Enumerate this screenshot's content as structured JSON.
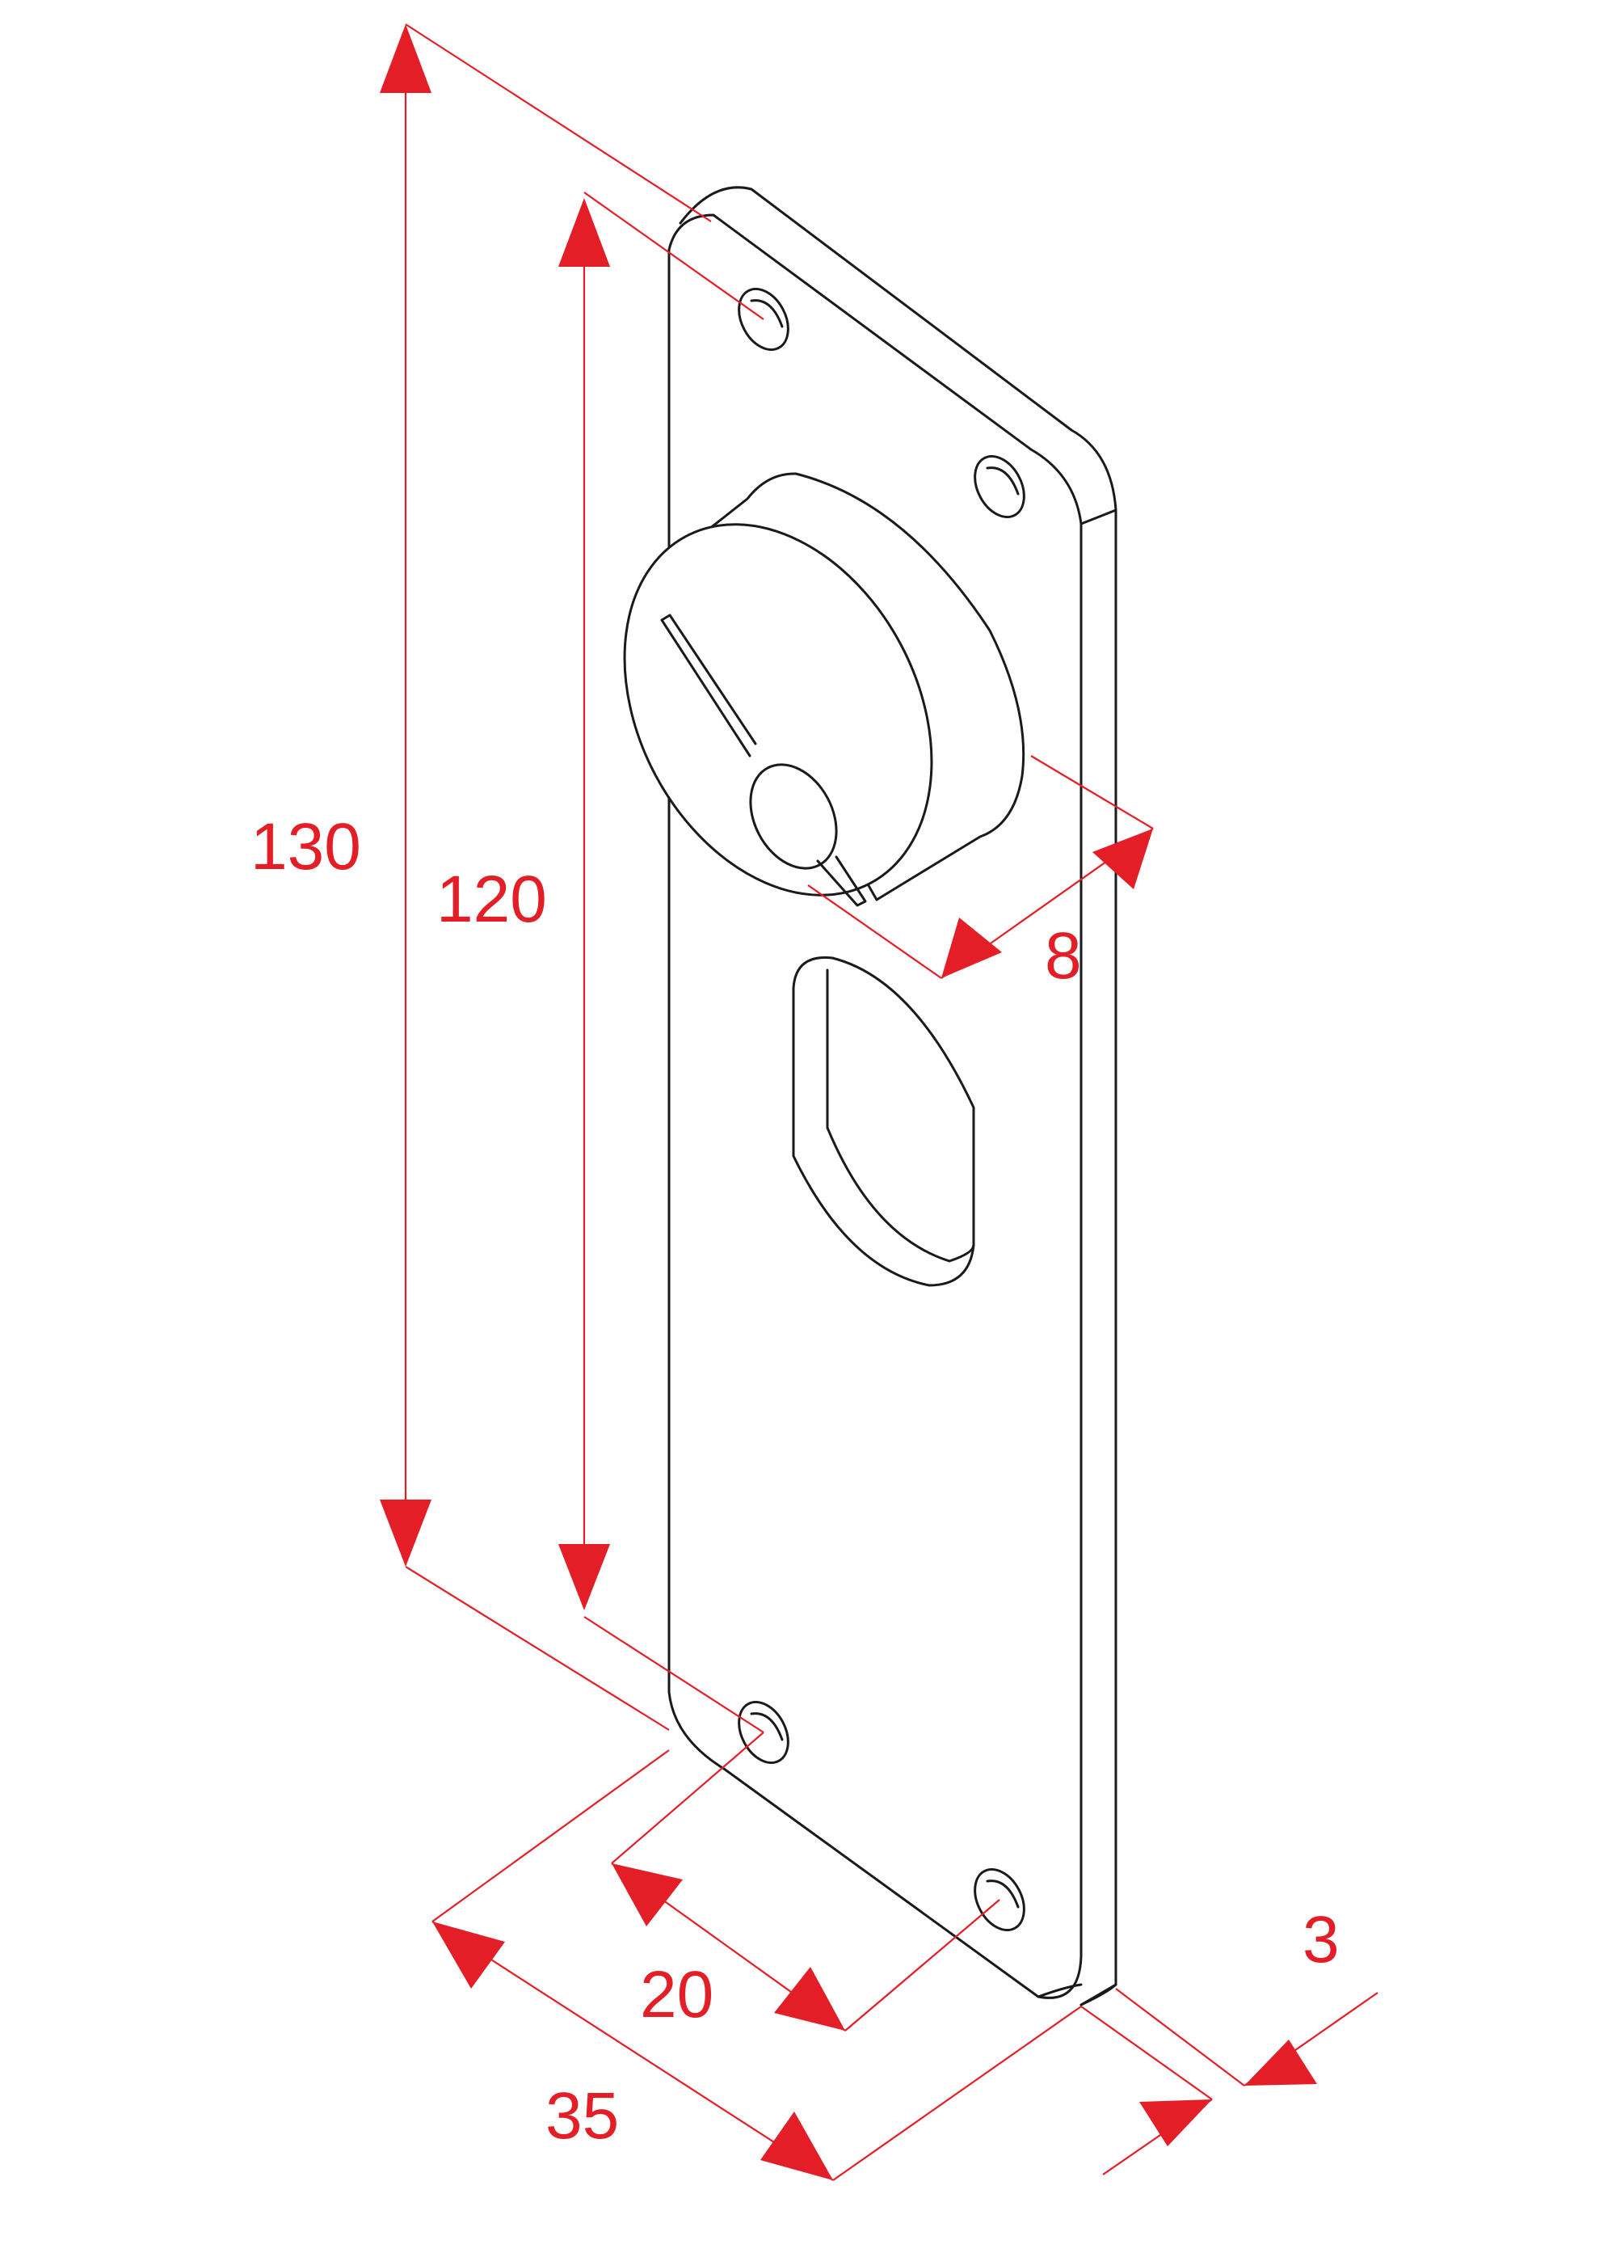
{
  "colors": {
    "dimension": "#e41e26",
    "outline": "#1a1a1a",
    "background": "#ffffff"
  },
  "dimensions": {
    "overall_height": "130",
    "hole_spacing": "120",
    "escutcheon_projection": "8",
    "hole_offset_width": "20",
    "overall_width": "35",
    "thickness": "3"
  }
}
